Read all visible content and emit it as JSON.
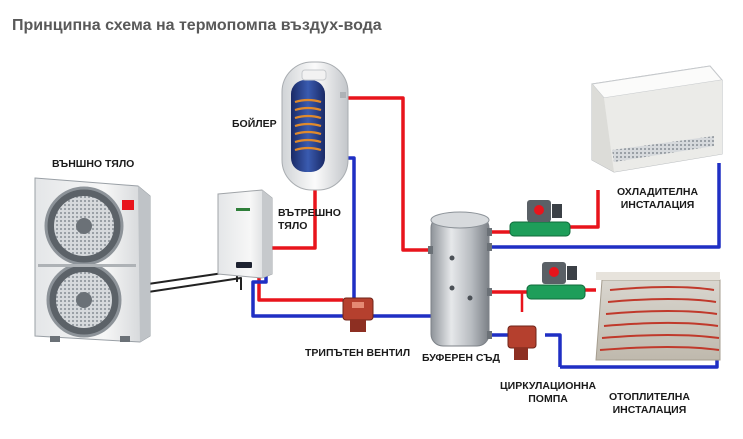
{
  "title": "Принципна схема на термопомпа въздух-вода",
  "labels": {
    "outdoor_unit": "ВЪНШНО ТЯЛО",
    "indoor_unit_line1": "ВЪТРЕШНО",
    "indoor_unit_line2": "ТЯЛО",
    "boiler": "БОЙЛЕР",
    "cooling_line1": "ОХЛАДИТЕЛНА",
    "cooling_line2": "ИНСТАЛАЦИЯ",
    "three_way_valve": "ТРИПЪТЕН ВЕНТИЛ",
    "buffer_tank": "БУФЕРЕН СЪД",
    "circ_pump_line1": "ЦИРКУЛАЦИОННА",
    "circ_pump_line2": "ПОМПА",
    "heating_line1": "ОТОПЛИТЕЛНА",
    "heating_line2": "ИНСТАЛАЦИЯ"
  },
  "colors": {
    "hot_pipe": "#e8141c",
    "cold_pipe": "#1f2fc4",
    "line_pipe": "#222222",
    "valve": "#b5402e",
    "pump": "#1e9e5a",
    "tank": "#c9cdd1"
  }
}
